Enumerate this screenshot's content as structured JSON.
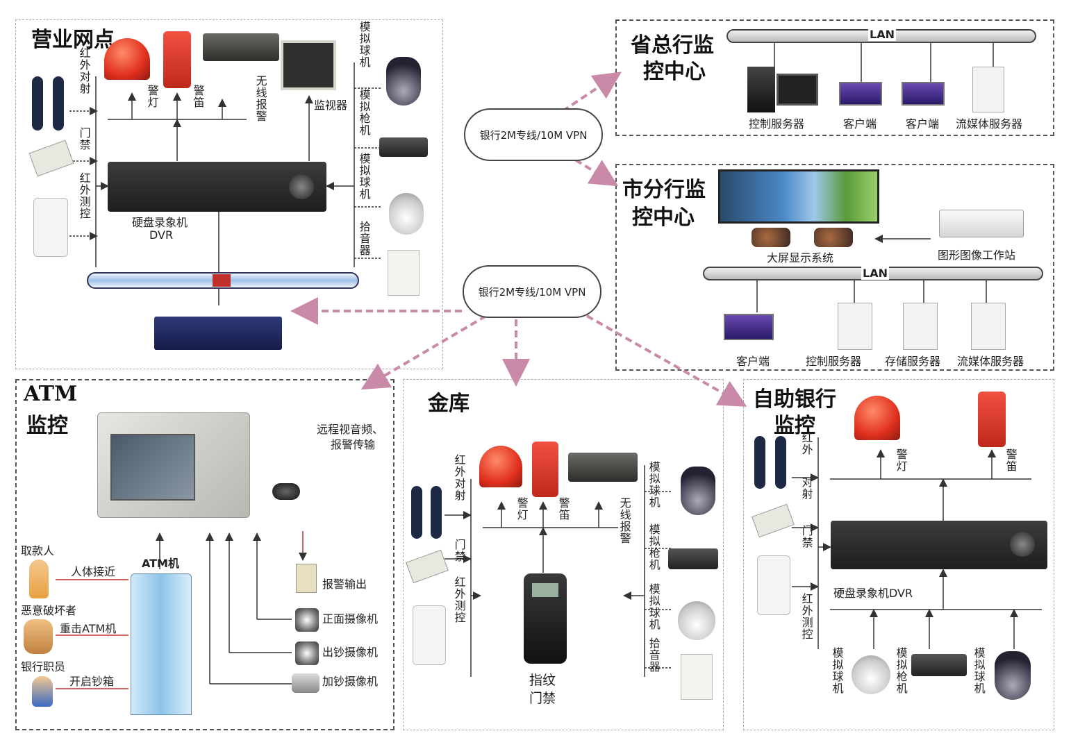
{
  "branch": {
    "title": "营业网点",
    "labels": {
      "ir_beam": "红外对射",
      "access": "门禁",
      "ir_detect": "红外测控",
      "warn_light": "警灯",
      "warn_siren": "警笛",
      "wireless_alarm": "无线报警",
      "monitor": "监视器",
      "dome1": "模拟球机",
      "bullet": "模拟枪机",
      "dome2": "模拟球机",
      "mic": "拾音器",
      "dvr": "硬盘录象机",
      "dvr2": "DVR"
    }
  },
  "province": {
    "title1": "省总行监",
    "title2": "控中心",
    "lan": "LAN",
    "devices": [
      "控制服务器",
      "客户端",
      "客户端",
      "流媒体服务器"
    ]
  },
  "city": {
    "title1": "市分行监",
    "title2": "控中心",
    "bigscreen": "大屏显示系统",
    "workstation": "图形图像工作站",
    "lan": "LAN",
    "devices": [
      "客户端",
      "控制服务器",
      "存储服务器",
      "流媒体服务器"
    ]
  },
  "network": {
    "cloud1": "银行2M专线/10M VPN",
    "cloud2": "银行2M专线/10M VPN"
  },
  "atm": {
    "title1": "ATM",
    "title2": "监控",
    "remote": "远程视音频、",
    "remote2": "报警传输",
    "atm_machine": "ATM机",
    "withdrawer": "取款人",
    "approach": "人体接近",
    "vandal": "恶意破坏者",
    "hit": "重击ATM机",
    "staff": "银行职员",
    "open": "开启钞箱",
    "alarm_out": "报警输出",
    "front_cam": "正面摄像机",
    "cash_out_cam": "出钞摄像机",
    "cash_add_cam": "加钞摄像机"
  },
  "vault": {
    "title": "金库",
    "labels": {
      "ir_beam": "红外对射",
      "access": "门禁",
      "ir_detect": "红外测控",
      "warn_light": "警灯",
      "warn_siren": "警笛",
      "wireless_alarm": "无线报警",
      "dome1": "模拟球机",
      "bullet": "模拟枪机",
      "dome2": "模拟球机",
      "mic": "拾音器",
      "fingerprint": "指纹",
      "fingerprint2": "门禁"
    }
  },
  "selfservice": {
    "title1": "自助银行",
    "title2": "监控",
    "labels": {
      "ir_beam1": "红外",
      "ir_beam2": "对射",
      "access": "门禁",
      "ir_detect": "红外测控",
      "warn_light": "警灯",
      "warn_siren": "警笛",
      "dvr": "硬盘录象机DVR",
      "dome1": "模拟球机",
      "bullet": "模拟枪机",
      "dome2": "模拟球机"
    }
  },
  "colors": {
    "link": "#c98aa8",
    "alarm_red": "#e0301e",
    "pipe_blue": "#9fbfe8"
  }
}
